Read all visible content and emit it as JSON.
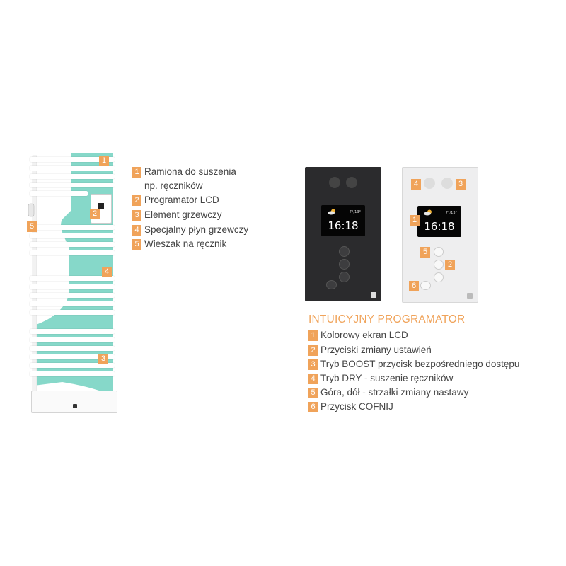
{
  "radiator": {
    "badges": [
      "1",
      "2",
      "3",
      "4",
      "5"
    ]
  },
  "legend": {
    "items": [
      {
        "num": "1",
        "line1": "Ramiona do suszenia",
        "line2": "np. ręczników"
      },
      {
        "num": "2",
        "label": "Programator LCD"
      },
      {
        "num": "3",
        "label": "Element grzewczy"
      },
      {
        "num": "4",
        "label": "Specjalny płyn grzewczy"
      },
      {
        "num": "5",
        "label": "Wieszak na ręcznik"
      }
    ]
  },
  "programmer": {
    "screen_time": "16:18",
    "screen_temp": "7°/13°",
    "light_badges": [
      "4",
      "3",
      "1",
      "5",
      "2",
      "6"
    ]
  },
  "features": {
    "title": "INTUICYJNY PROGRAMATOR",
    "items": [
      {
        "num": "1",
        "label": "Kolorowy ekran LCD"
      },
      {
        "num": "2",
        "label": "Przyciski zmiany ustawień"
      },
      {
        "num": "3",
        "label": "Tryb BOOST przycisk bezpośredniego dostępu"
      },
      {
        "num": "4",
        "label": "Tryb DRY - suszenie ręczników"
      },
      {
        "num": "5",
        "label": "Góra, dół - strzałki zmiany nastawy"
      },
      {
        "num": "6",
        "label": "Przycisk COFNIJ"
      }
    ]
  },
  "colors": {
    "accent": "#f0a35a",
    "teal": "#7fd6c6",
    "title": "#f0a35a"
  }
}
